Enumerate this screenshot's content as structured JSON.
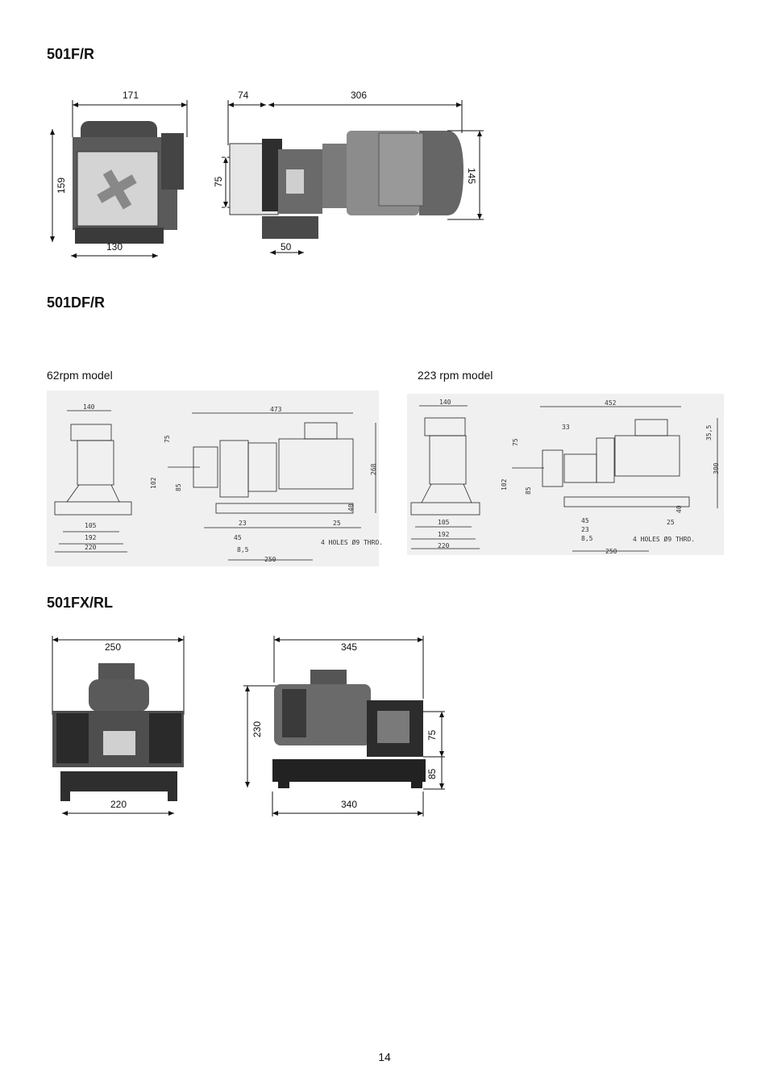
{
  "page_number": "14",
  "sections": {
    "f_r": {
      "title": "501F/R",
      "dims": {
        "front_width": "171",
        "front_height": "159",
        "front_base": "130",
        "side_head": "74",
        "side_motor": "306",
        "side_height_75": "75",
        "side_motor_height": "145",
        "side_base": "50"
      }
    },
    "df_r": {
      "title": "501DF/R",
      "left_caption": "62rpm model",
      "right_caption": "223 rpm model",
      "left": {
        "d140": "140",
        "d473": "473",
        "d75": "75",
        "d102": "102",
        "d85": "85",
        "d268": "268",
        "d40": "40",
        "d105": "105",
        "d192": "192",
        "d220": "220",
        "d23": "23",
        "d25": "25",
        "d45": "45",
        "d8_5": "8,5",
        "d250": "250",
        "holes": "4 HOLES Ø9 THRO."
      },
      "right": {
        "d140": "140",
        "d452": "452",
        "d33": "33",
        "d75": "75",
        "d102": "102",
        "d85": "85",
        "d35_5": "35,5",
        "d300": "300",
        "d40": "40",
        "d105": "105",
        "d192": "192",
        "d220": "220",
        "d45": "45",
        "d23": "23",
        "d8_5": "8,5",
        "d25": "25",
        "d250": "250",
        "holes": "4 HOLES Ø9 THRO."
      }
    },
    "fx_rl": {
      "title": "501FX/RL",
      "dims": {
        "front_width": "250",
        "front_base": "220",
        "side_width": "345",
        "side_height": "230",
        "side_75": "75",
        "side_85": "85",
        "side_base": "340"
      }
    }
  }
}
